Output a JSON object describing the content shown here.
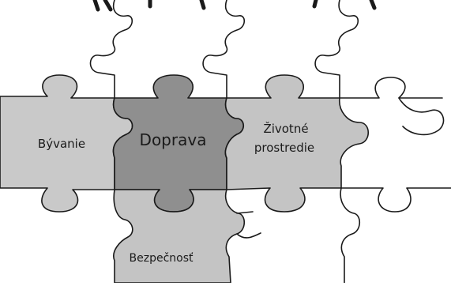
{
  "header": {
    "cut_text": "i u p . . ,  . . . , . . . ,  . . . p"
  },
  "pieces": {
    "byvanie": "Bývanie",
    "doprava": "Doprava",
    "zivotne_line1": "Životné",
    "zivotne_line2": "prostredie",
    "bezpecnost": "Bezpečnosť"
  },
  "colors": {
    "byvanie": "#c9c9c9",
    "doprava": "#8f8f8f",
    "zivotne": "#c4c4c4",
    "bezpecnost": "#c4c4c4",
    "outline": "#1a1a1a",
    "background": "#ffffff"
  }
}
